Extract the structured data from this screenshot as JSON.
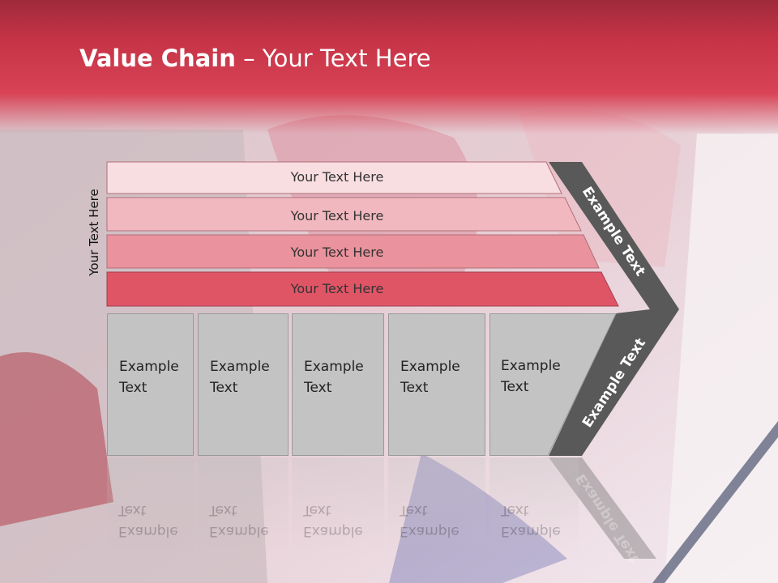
{
  "slide": {
    "title_bold": "Value Chain",
    "title_rest": " – Your Text Here",
    "vertical_label": "Your Text Here",
    "rows": [
      {
        "label": "Your Text Here",
        "color": "#f8dde1"
      },
      {
        "label": "Your Text Here",
        "color": "#f2b8bf"
      },
      {
        "label": "Your Text Here",
        "color": "#ea929d"
      },
      {
        "label": "Your Text Here",
        "color": "#e05566"
      }
    ],
    "boxes": [
      {
        "line1": "Example",
        "line2": "Text"
      },
      {
        "line1": "Example",
        "line2": "Text"
      },
      {
        "line1": "Example",
        "line2": "Text"
      },
      {
        "line1": "Example",
        "line2": "Text"
      },
      {
        "line1": "Example",
        "line2": "Text"
      }
    ],
    "chevron_top_label": "Example Text",
    "chevron_bottom_label": "Example Text",
    "colors": {
      "header": "#c63346",
      "chevron": "#595959",
      "box": "#c3c3c3"
    }
  }
}
